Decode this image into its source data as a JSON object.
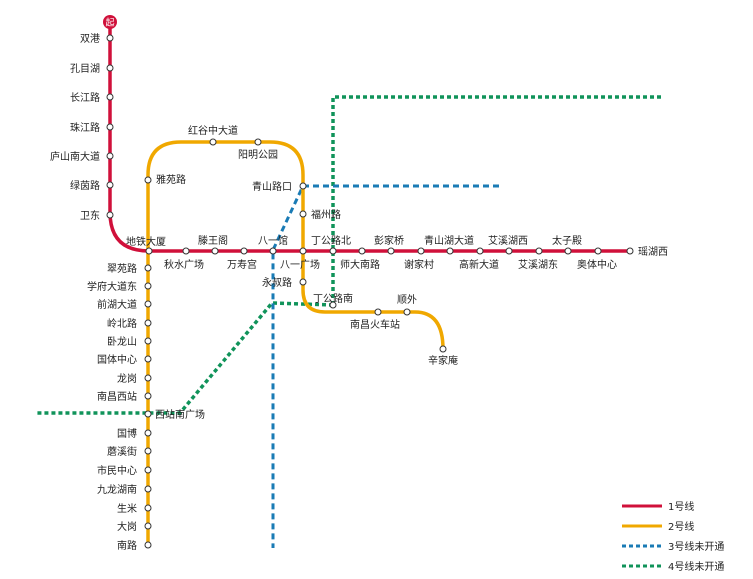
{
  "map": {
    "start_badge": "起",
    "colors": {
      "line1": "#d0103a",
      "line2": "#f0a800",
      "line3": "#1a7bb5",
      "line4": "#10935a"
    },
    "legend": [
      {
        "key": "line1",
        "label": "1号线",
        "style": "solid"
      },
      {
        "key": "line2",
        "label": "2号线",
        "style": "solid"
      },
      {
        "key": "line3",
        "label": "3号线未开通",
        "style": "dashed"
      },
      {
        "key": "line4",
        "label": "4号线未开通",
        "style": "dashed"
      }
    ],
    "stations": [
      "双港",
      "孔目湖",
      "长江路",
      "珠江路",
      "庐山南大道",
      "绿茵路",
      "卫东",
      "地铁大厦",
      "秋水广场",
      "滕王阁",
      "万寿宫",
      "八一馆",
      "八一广场",
      "丁公路北",
      "师大南路",
      "彭家桥",
      "谢家村",
      "青山湖大道",
      "高新大道",
      "艾溪湖西",
      "艾溪湖东",
      "太子殿",
      "奥体中心",
      "瑶湖西",
      "翠苑路",
      "学府大道东",
      "前湖大道",
      "岭北路",
      "卧龙山",
      "国体中心",
      "龙岗",
      "南昌西站",
      "西站南广场",
      "国博",
      "蘑溪街",
      "市民中心",
      "九龙湖南",
      "生米",
      "大岗",
      "南路",
      "雅苑路",
      "红谷中大道",
      "阳明公园",
      "青山路口",
      "福州路",
      "永叔路",
      "丁公路南",
      "南昌火车站",
      "顺外",
      "辛家庵"
    ]
  }
}
